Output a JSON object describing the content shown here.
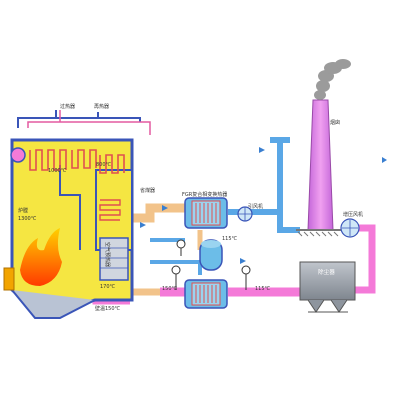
{
  "labels": {
    "superheater": "过热器",
    "reheater": "再热器",
    "economizer": "省煤器",
    "furnace": "炉膛",
    "furnace_temp": "1300℃",
    "temp_1000": "1000℃",
    "temp_800": "800℃",
    "air_preheater": "空气预热器",
    "fgr_exchanger": "FGR复合相变换热器",
    "induced_fan": "引风机",
    "chimney": "烟囱",
    "booster_fan": "增压风机",
    "dust_collector": "除尘器",
    "temp_115_top": "115℃",
    "temp_115_bottom": "115℃",
    "temp_150": "150℃",
    "temp_170": "170℃",
    "wall_temp": "壁温150℃"
  },
  "colors": {
    "boiler_fill": "#f5e642",
    "boiler_wall": "#3a55b8",
    "flue_orange": "#f2c38a",
    "flue_pink": "#f47ad8",
    "steam_blue": "#5aa7e6",
    "chimney": "#e680e6",
    "dust_collector": "#9aa1aa",
    "flame": "#ff6a00"
  }
}
